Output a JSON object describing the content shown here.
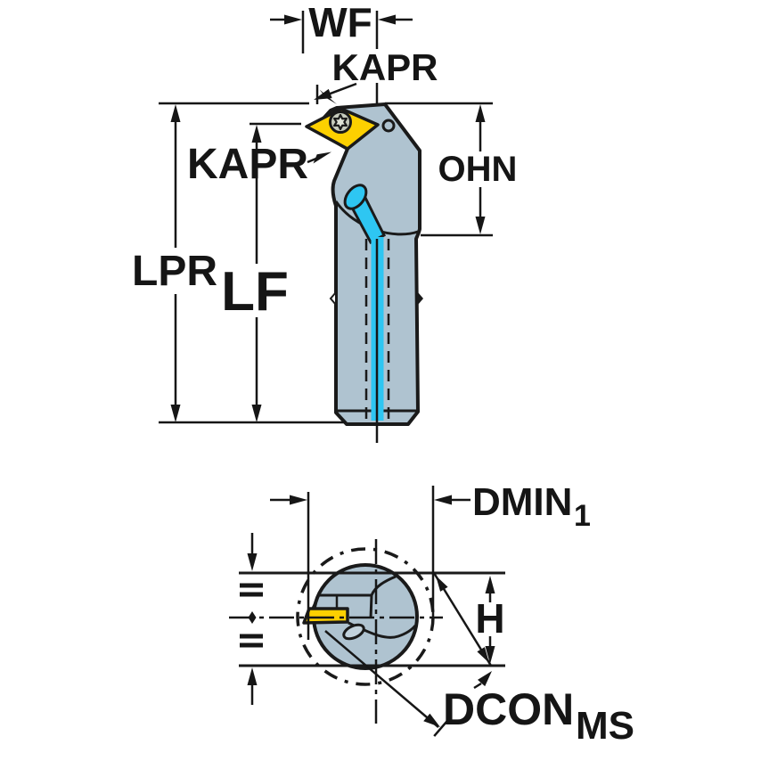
{
  "colors": {
    "background": "#ffffff",
    "body": "#afc3d0",
    "insert": "#fdd000",
    "coolant": "#2ec6f2",
    "outline": "#1a1a1a",
    "dimension": "#161616",
    "label": "#151515",
    "screw": "#c6cbbd",
    "screw_star": "#e0e4d8"
  },
  "side_view": {
    "labels": {
      "wf": "WF",
      "kapr_upper": "KAPR",
      "kapr_lower": "KAPR",
      "ohn": "OHN",
      "lpr": "LPR",
      "lf": "LF"
    }
  },
  "end_view": {
    "labels": {
      "dmin": "DMIN",
      "dmin_sub": "1",
      "h": "H",
      "dcon": "DCON",
      "dcon_sub": "MS"
    }
  }
}
